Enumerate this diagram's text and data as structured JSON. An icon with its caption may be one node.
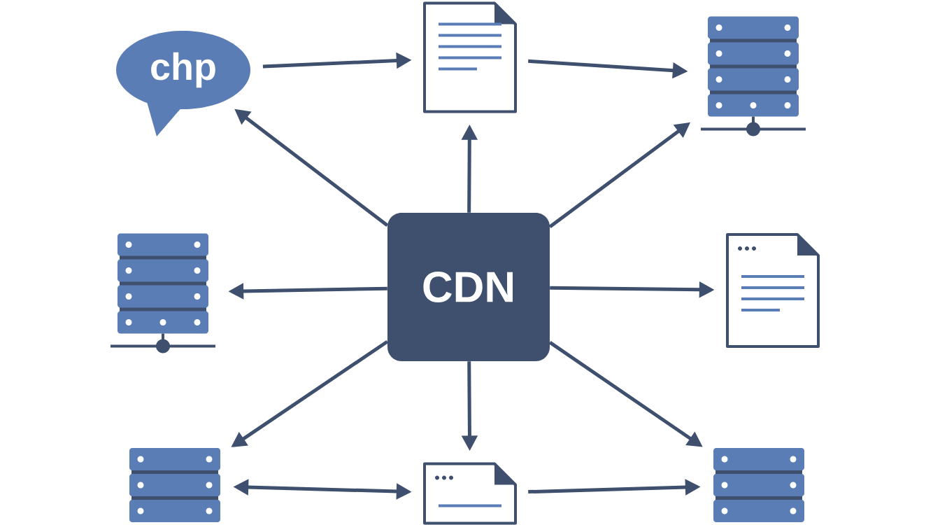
{
  "diagram": {
    "nodes": [
      {
        "text": [
          "CDN"
        ]
      },
      {
        "text": [
          "chp"
        ]
      },
      {
        "text": [],
        "shape": "picture"
      },
      {
        "text": [],
        "shape": "picture"
      },
      {
        "text": [],
        "shape": "picture"
      },
      {
        "text": [],
        "shape": "picture"
      },
      {
        "text": [],
        "shape": "picture"
      },
      {
        "text": [],
        "shape": "picture"
      },
      {
        "text": [],
        "shape": "picture"
      }
    ],
    "edges": [
      {
        "from": 1,
        "to": 2,
        "arrow": "to"
      },
      {
        "from": 2,
        "to": 3,
        "arrow": "to"
      },
      {
        "from": 0,
        "to": 1,
        "arrow": "to"
      },
      {
        "from": 0,
        "to": 2,
        "arrow": "to"
      },
      {
        "from": 0,
        "to": 3,
        "arrow": "to"
      },
      {
        "from": 0,
        "to": 4,
        "arrow": "to"
      },
      {
        "from": 0,
        "to": 5,
        "arrow": "to"
      },
      {
        "from": 0,
        "to": 6,
        "arrow": "to"
      },
      {
        "from": 0,
        "to": 7,
        "arrow": "to"
      },
      {
        "from": 0,
        "to": 8,
        "arrow": "to"
      },
      {
        "from": 6,
        "to": 7,
        "arrow": "both"
      },
      {
        "from": 7,
        "to": 8,
        "arrow": "to"
      }
    ]
  }
}
